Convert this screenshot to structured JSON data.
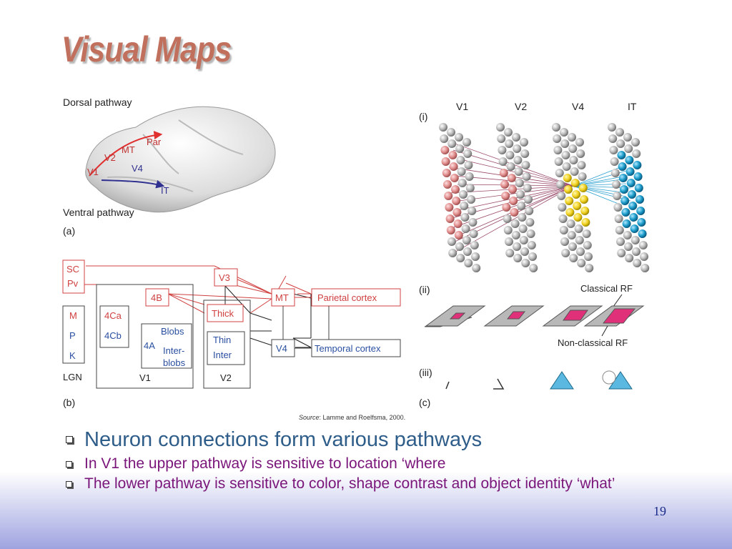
{
  "slide": {
    "title": "Visual Maps",
    "page_number": "19"
  },
  "figure_a": {
    "dorsal_label": "Dorsal pathway",
    "ventral_label": "Ventral pathway",
    "panel_label": "(a)",
    "areas": [
      "V1",
      "V2",
      "MT",
      "Par",
      "V4",
      "IT"
    ]
  },
  "figure_b": {
    "panel_label": "(b)",
    "boxes": {
      "sc": "SC",
      "pv": "Pv",
      "m": "M",
      "p": "P",
      "k": "K",
      "lgn": "LGN",
      "c4ca": "4Ca",
      "c4cb": "4Cb",
      "b4b": "4B",
      "b4a": "4A",
      "blobs": "Blobs",
      "inter1": "Inter-",
      "inter2": "blobs",
      "v1": "V1",
      "v3": "V3",
      "thick": "Thick",
      "thin": "Thin",
      "inter": "Inter",
      "v2": "V2",
      "mt": "MT",
      "v4": "V4",
      "parietal": "Parietal cortex",
      "temporal": "Temporal cortex"
    }
  },
  "figure_c": {
    "panel_label": "(c)",
    "sub_i": "(i)",
    "sub_ii": "(ii)",
    "sub_iii": "(iii)",
    "columns": [
      "V1",
      "V2",
      "V4",
      "IT"
    ],
    "classical_rf": "Classical RF",
    "nonclassical_rf": "Non-classical RF"
  },
  "source": {
    "prefix": "Source",
    "text": ": Lamme and Roelfsma, 2000."
  },
  "bullets": [
    "Neuron connections form various pathways",
    "In V1 the upper pathway is sensitive to location ‘where",
    "The lower pathway is sensitive to color, shape contrast and object identity ‘what’"
  ],
  "colors": {
    "title": "#c0705c",
    "bullet_main": "#2f5d8a",
    "bullet_sub": "#7a157a",
    "dorsal": "#e03030",
    "ventral": "#303090",
    "box_red": "#d04040",
    "box_blue": "#2a4fa0",
    "v4_yellow": "#f0d020",
    "it_blue": "#1a9ac8",
    "v1_pink": "#e89090",
    "rf_magenta": "#e0307a"
  }
}
